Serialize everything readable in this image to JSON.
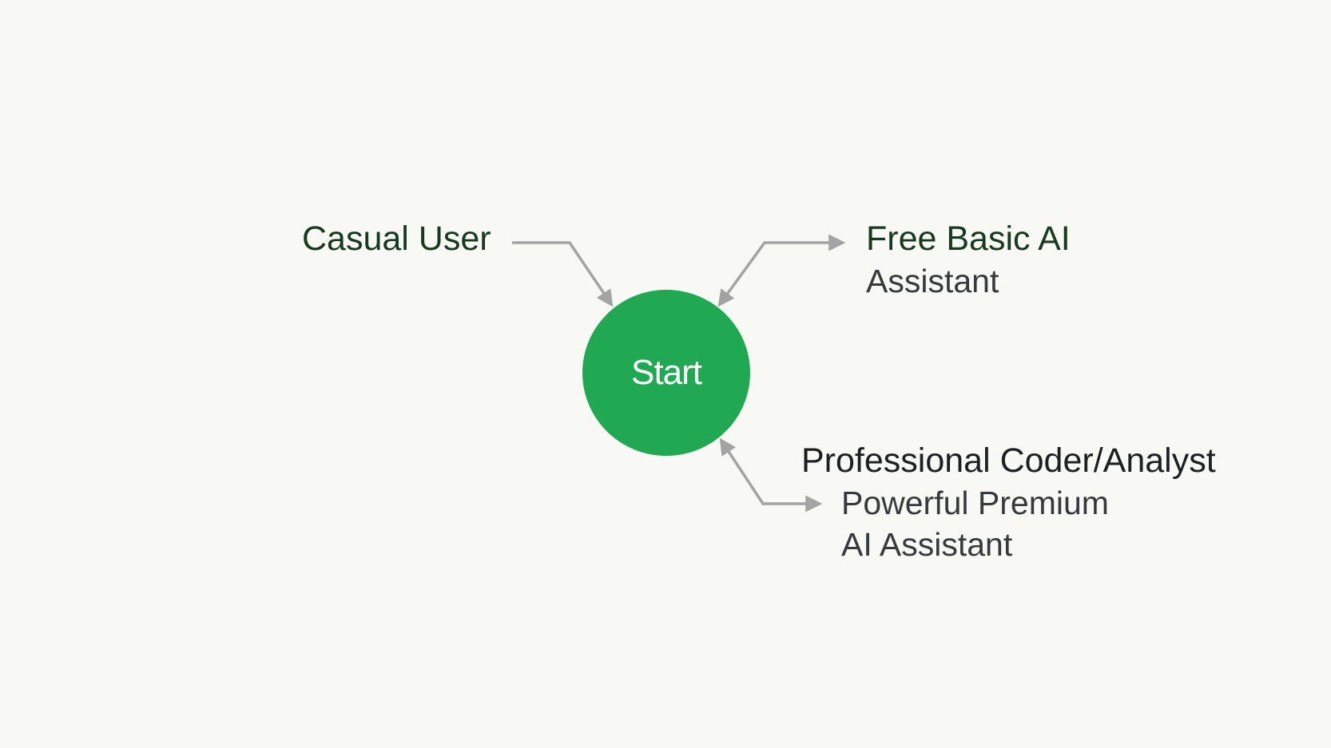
{
  "diagram": {
    "start_node": {
      "label": "Start"
    },
    "source": {
      "label": "Casual User"
    },
    "free_assistant": {
      "title": "Free Basic AI",
      "subtitle": "Assistant"
    },
    "premium_assistant": {
      "title": "Professional Coder/Analyst",
      "subtitle_line1": "Powerful Premium",
      "subtitle_line2": "AI Assistant"
    },
    "colors": {
      "node_fill": "#21a853",
      "node_text": "#ffffff",
      "arrow": "#a3a3a3",
      "background": "#f8f9f5"
    }
  }
}
